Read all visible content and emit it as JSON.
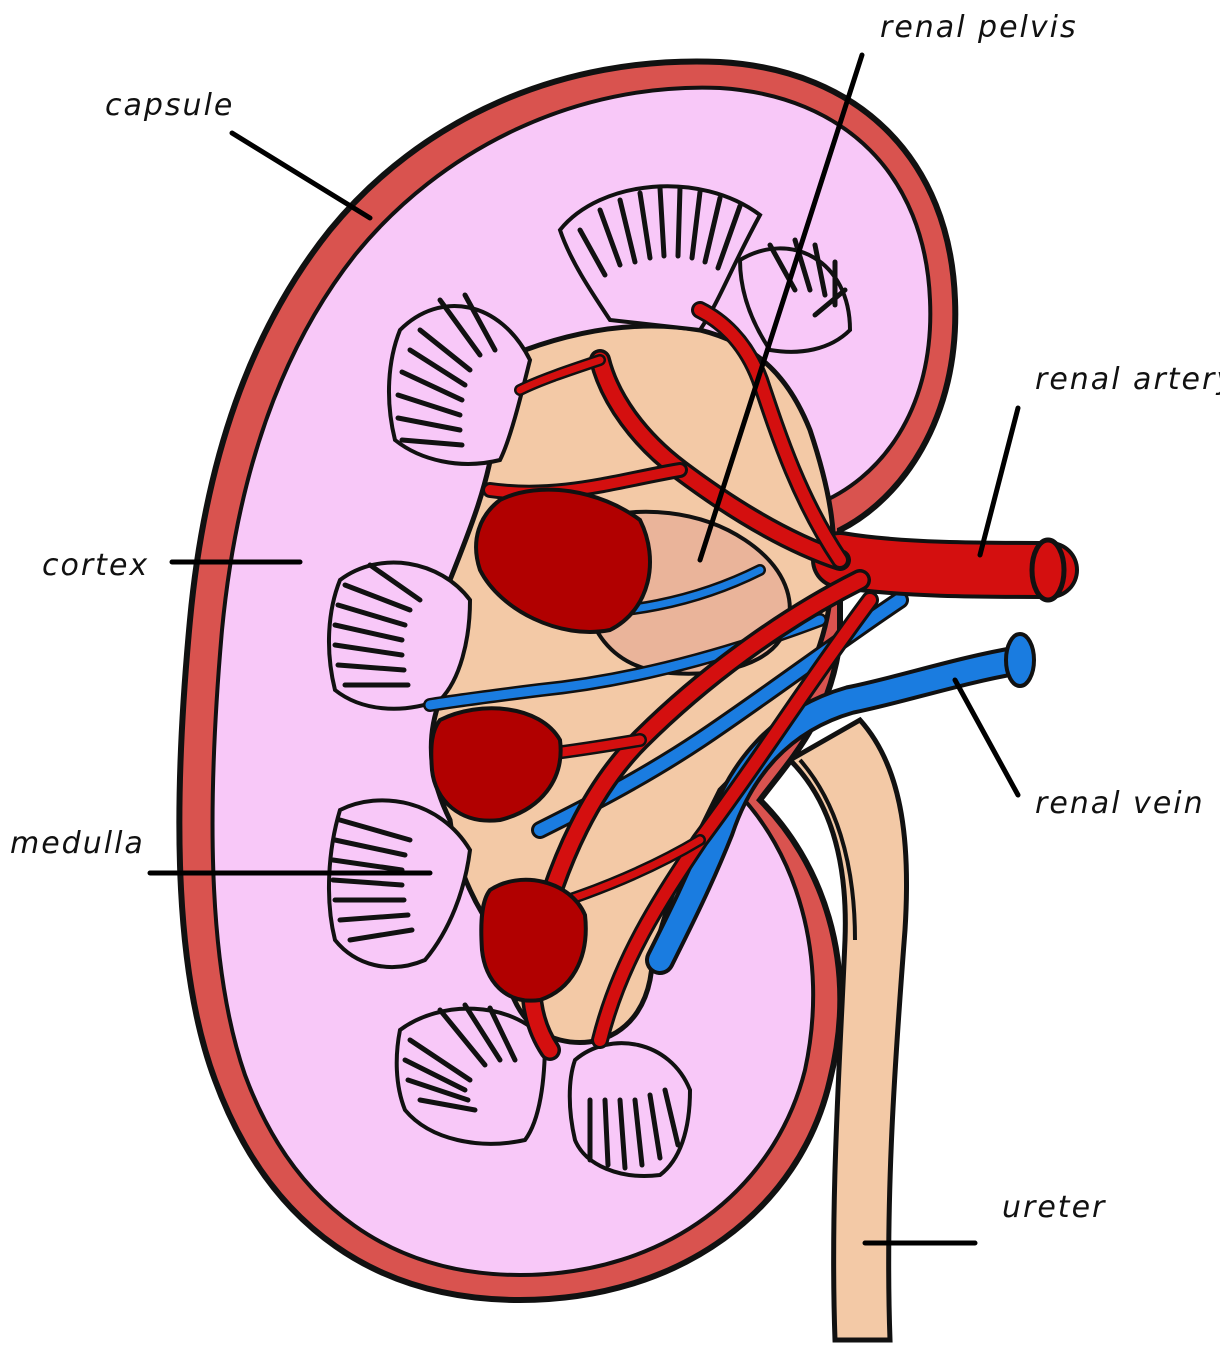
{
  "labels": {
    "capsule": "capsule",
    "renal_pelvis": "renal pelvis",
    "renal_artery": "renal artery",
    "cortex": "cortex",
    "medulla": "medulla",
    "renal_vein": "renal vein",
    "ureter": "ureter"
  },
  "colors": {
    "capsule": "#d9534f",
    "cortex": "#f8c8f8",
    "medulla_tissue": "#f3c9a6",
    "artery": "#d40f0f",
    "artery_dark": "#b10000",
    "vein": "#1a7ce0",
    "outline": "#111111",
    "leader_line": "#000000"
  }
}
